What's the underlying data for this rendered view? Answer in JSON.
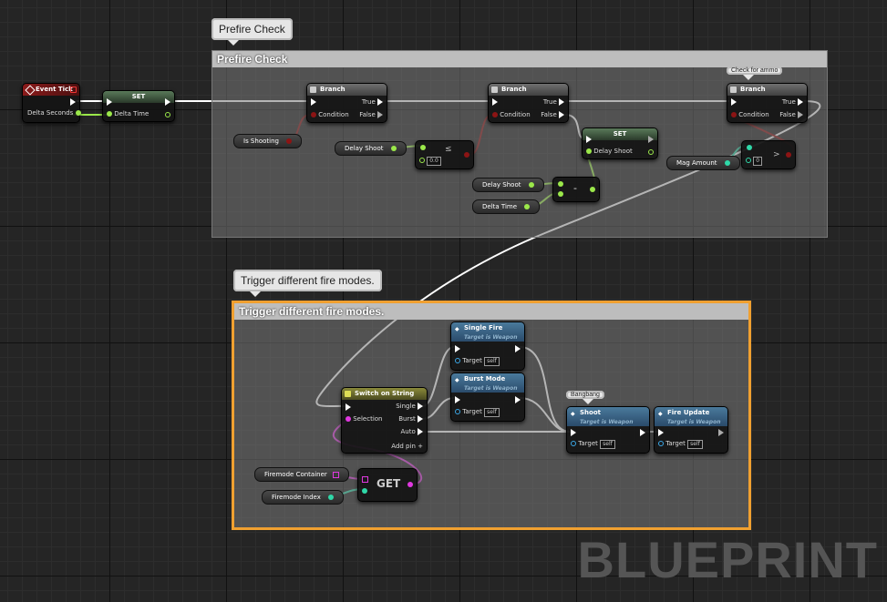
{
  "comments": {
    "prefire": {
      "bubble": "Prefire Check",
      "title": "Prefire Check"
    },
    "trigger": {
      "bubble": "Trigger different fire modes.",
      "title": "Trigger different fire modes."
    }
  },
  "nodes": {
    "event_tick": {
      "title": "Event Tick",
      "pin_delta": "Delta Seconds"
    },
    "set1": {
      "title": "SET",
      "pin_delta": "Delta Time"
    },
    "branch1": {
      "title": "Branch",
      "true": "True",
      "false": "False",
      "condition": "Condition"
    },
    "branch2": {
      "title": "Branch",
      "true": "True",
      "false": "False",
      "condition": "Condition"
    },
    "branch3": {
      "title": "Branch",
      "true": "True",
      "false": "False",
      "condition": "Condition",
      "bubble": "Check for ammo"
    },
    "set2": {
      "title": "SET",
      "pin": "Delay Shoot"
    },
    "compare1": {
      "value": "0.0"
    },
    "compare2": {
      "value": "0"
    },
    "subtract": {
      "symbol": "-"
    },
    "switch": {
      "title": "Switch on String",
      "selection": "Selection",
      "single": "Single",
      "burst": "Burst",
      "auto": "Auto",
      "add_pin": "Add pin"
    },
    "single_fire": {
      "title": "Single Fire",
      "subtitle": "Target is Weapon",
      "target": "Target",
      "self": "self"
    },
    "burst_mode": {
      "title": "Burst Mode",
      "subtitle": "Target is Weapon",
      "target": "Target",
      "self": "self"
    },
    "shoot": {
      "title": "Shoot",
      "subtitle": "Target is Weapon",
      "target": "Target",
      "self": "self",
      "bubble": "Bangbang"
    },
    "fire_update": {
      "title": "Fire Update",
      "subtitle": "Target is Weapon",
      "target": "Target",
      "self": "self"
    },
    "get": {
      "label": "GET"
    }
  },
  "variables": {
    "is_shooting": "Is Shooting",
    "delay_shoot_a": "Delay Shoot",
    "delay_shoot_b": "Delay Shoot",
    "delta_time": "Delta Time",
    "mag_amount": "Mag Amount",
    "firemode_container": "Firemode Container",
    "firemode_index": "Firemode Index"
  },
  "watermark": "BLUEPRINT",
  "colors": {
    "exec": "#ffffff",
    "bool": "#8c1414",
    "float": "#9be84a",
    "int": "#2fd8a8",
    "string": "#e038e0",
    "event_header": "#8a1a1a",
    "function_header": "#3a6a8c",
    "selection": "#f0a030"
  }
}
